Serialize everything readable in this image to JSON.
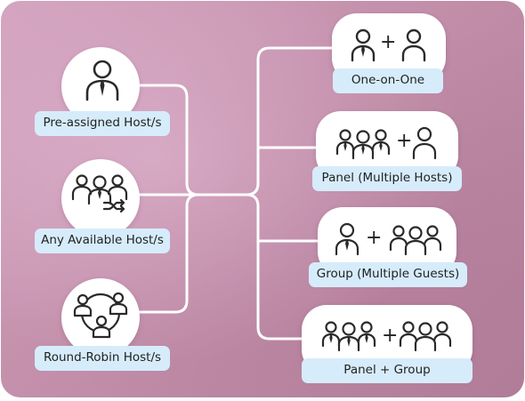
{
  "colors": {
    "wire": "#ffffff",
    "label_bg": "#d6ecfb",
    "icon_stroke": "#2a2a2a"
  },
  "hosts": [
    {
      "label": "Pre-assigned Host/s",
      "icon": "single-host-icon"
    },
    {
      "label": "Any Available Host/s",
      "icon": "hosts-shuffle-icon"
    },
    {
      "label": "Round-Robin Host/s",
      "icon": "hosts-rotation-icon"
    }
  ],
  "meeting_types": [
    {
      "label": "One-on-One",
      "icon": "one-on-one-icon",
      "plus": "+"
    },
    {
      "label": "Panel (Multiple Hosts)",
      "icon": "panel-icon",
      "plus": "+"
    },
    {
      "label": "Group (Multiple Guests)",
      "icon": "group-icon",
      "plus": "+"
    },
    {
      "label": "Panel + Group",
      "icon": "panel-group-icon",
      "plus": "+"
    }
  ]
}
